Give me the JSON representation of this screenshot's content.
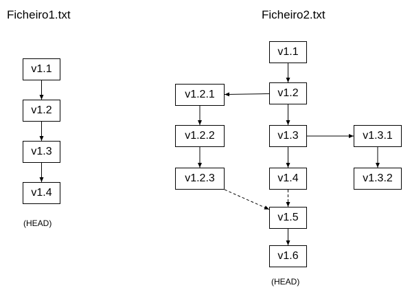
{
  "file1": {
    "title": "Ficheiro1.txt",
    "head_label": "(HEAD)",
    "versions": [
      "v1.1",
      "v1.2",
      "v1.3",
      "v1.4"
    ]
  },
  "file2": {
    "title": "Ficheiro2.txt",
    "head_label": "(HEAD)",
    "trunk": [
      "v1.1",
      "v1.2",
      "v1.3",
      "v1.4",
      "v1.5",
      "v1.6"
    ],
    "branch_1_2": [
      "v1.2.1",
      "v1.2.2",
      "v1.2.3"
    ],
    "branch_1_3": [
      "v1.3.1",
      "v1.3.2"
    ]
  },
  "edges": [
    {
      "from": "f1-v1.1",
      "to": "f1-v1.2",
      "style": "solid"
    },
    {
      "from": "f1-v1.2",
      "to": "f1-v1.3",
      "style": "solid"
    },
    {
      "from": "f1-v1.3",
      "to": "f1-v1.4",
      "style": "solid"
    },
    {
      "from": "f2-v1.1",
      "to": "f2-v1.2",
      "style": "solid"
    },
    {
      "from": "f2-v1.2",
      "to": "f2-v1.3",
      "style": "solid"
    },
    {
      "from": "f2-v1.3",
      "to": "f2-v1.4",
      "style": "solid"
    },
    {
      "from": "f2-v1.4",
      "to": "f2-v1.5",
      "style": "dashed"
    },
    {
      "from": "f2-v1.5",
      "to": "f2-v1.6",
      "style": "solid"
    },
    {
      "from": "f2-v1.2",
      "to": "f2-v1.2.1",
      "style": "solid"
    },
    {
      "from": "f2-v1.2.1",
      "to": "f2-v1.2.2",
      "style": "solid"
    },
    {
      "from": "f2-v1.2.2",
      "to": "f2-v1.2.3",
      "style": "solid"
    },
    {
      "from": "f2-v1.2.3",
      "to": "f2-v1.5",
      "style": "dashed"
    },
    {
      "from": "f2-v1.3",
      "to": "f2-v1.3.1",
      "style": "solid"
    },
    {
      "from": "f2-v1.3.1",
      "to": "f2-v1.3.2",
      "style": "solid"
    }
  ]
}
